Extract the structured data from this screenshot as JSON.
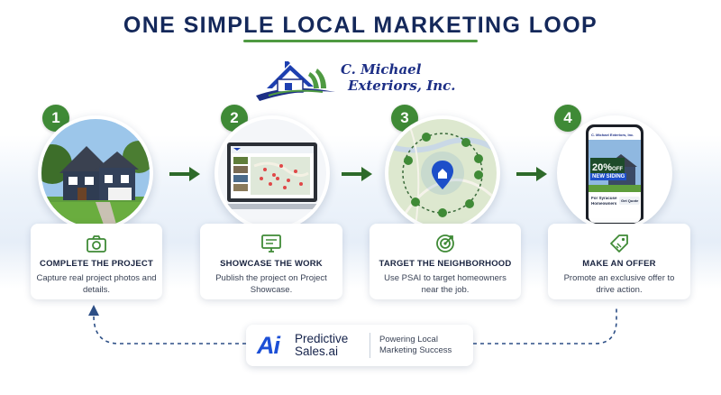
{
  "title": "ONE SIMPLE LOCAL MARKETING LOOP",
  "logo": {
    "line1": "C. Michael",
    "line2": "Exteriors, Inc."
  },
  "steps": [
    {
      "number": "1",
      "title": "COMPLETE THE PROJECT",
      "desc": "Capture real project photos and details.",
      "icon": "camera-icon"
    },
    {
      "number": "2",
      "title": "SHOWCASE THE WORK",
      "desc": "Publish the project on Project Showcase.",
      "icon": "monitor-icon"
    },
    {
      "number": "3",
      "title": "TARGET THE NEIGHBORHOOD",
      "desc": "Use PSAI to target homeowners near the job.",
      "icon": "target-icon"
    },
    {
      "number": "4",
      "title": "MAKE AN OFFER",
      "desc": "Promote an exclusive offer to drive action.",
      "icon": "tag-icon"
    }
  ],
  "phone_ad": {
    "brand": "C. Michael Exteriors, Inc.",
    "offer_pct": "20%",
    "offer_off": "OFF",
    "offer_text": "NEW SIDING",
    "audience_line1": "For Syracuse",
    "audience_line2": "Homeowners",
    "cta": "Get Quote"
  },
  "footer": {
    "brand_line1": "Predictive",
    "brand_line2": "Sales.ai",
    "tagline_line1": "Powering Local",
    "tagline_line2": "Marketing Success"
  },
  "colors": {
    "navy": "#14285a",
    "green": "#3f8a36",
    "blue": "#1c4fd6"
  }
}
